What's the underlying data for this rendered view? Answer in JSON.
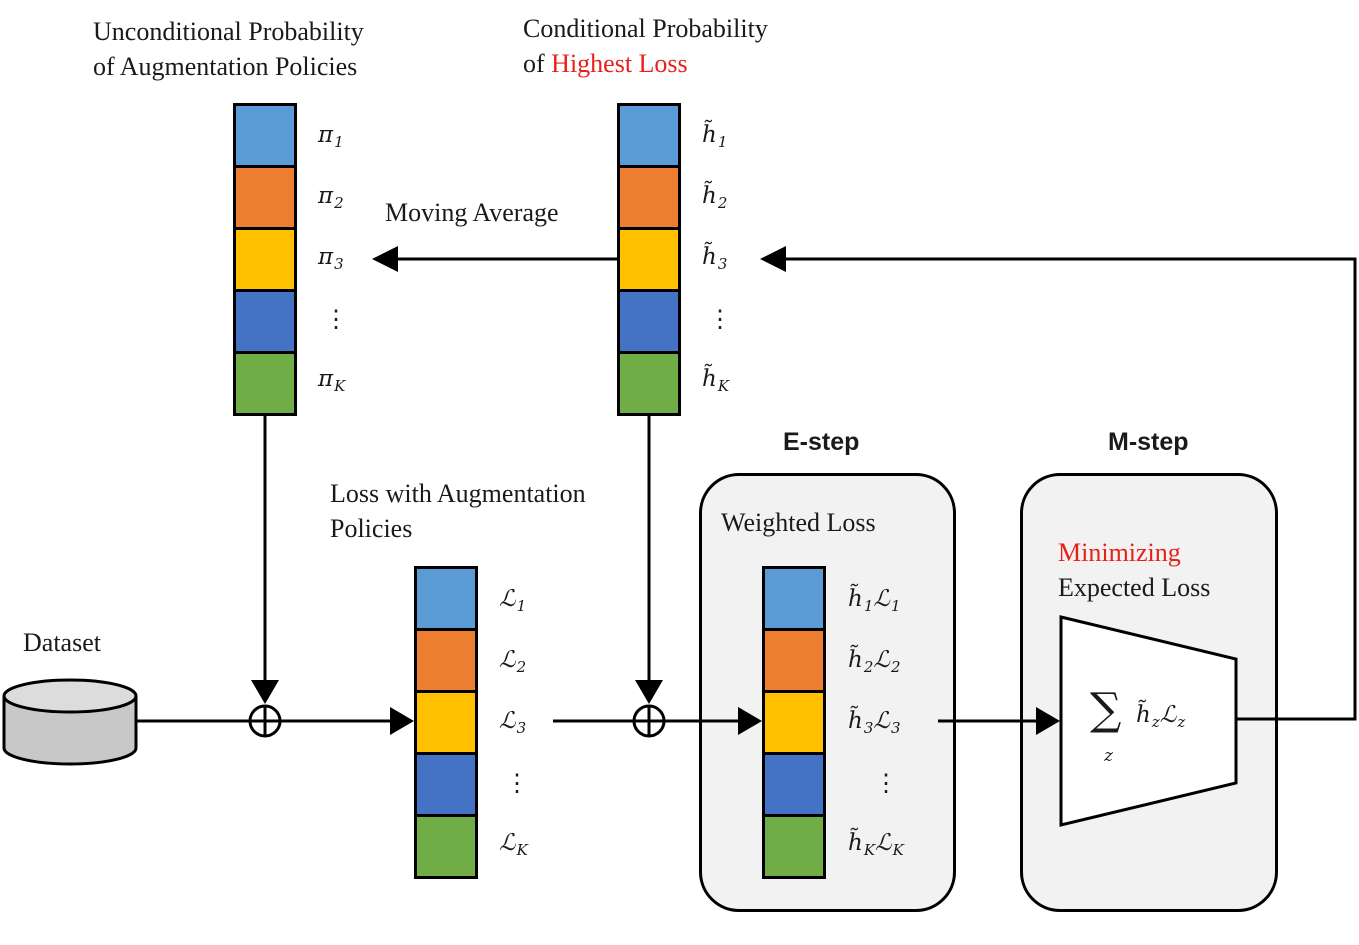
{
  "labels": {
    "uncond_line1": "Unconditional Probability",
    "uncond_line2": "of Augmentation Policies",
    "cond_line1": "Conditional Probability",
    "cond_line2_prefix": "of ",
    "cond_line2_highlight": "Highest Loss",
    "moving_average": "Moving Average",
    "loss_line1": "Loss with Augmentation",
    "loss_line2": "Policies",
    "dataset": "Dataset",
    "estep_title": "E-step",
    "mstep_title": "M-step",
    "weighted_loss": "Weighted Loss",
    "minimizing": "Minimizing",
    "expected_loss": "Expected Loss"
  },
  "colors": {
    "cell1": "#5b9bd5",
    "cell2": "#ed7d31",
    "cell3": "#ffc000",
    "cell4": "#4472c4",
    "cell5": "#70ad47",
    "highlight": "#e8201a",
    "panel": "#f2f2f2",
    "dataset": "#c8c8c8"
  },
  "pi_labels": [
    {
      "sym": "π",
      "sub": "1"
    },
    {
      "sym": "π",
      "sub": "2"
    },
    {
      "sym": "π",
      "sub": "3"
    },
    {
      "sym": "⋮",
      "sub": ""
    },
    {
      "sym": "π",
      "sub": "K"
    }
  ],
  "h_labels": [
    {
      "sym": "h̃",
      "sub": "1"
    },
    {
      "sym": "h̃",
      "sub": "2"
    },
    {
      "sym": "h̃",
      "sub": "3"
    },
    {
      "sym": "⋮",
      "sub": ""
    },
    {
      "sym": "h̃",
      "sub": "K"
    }
  ],
  "loss_labels": [
    {
      "sym": "ℒ",
      "sub": "1"
    },
    {
      "sym": "ℒ",
      "sub": "2"
    },
    {
      "sym": "ℒ",
      "sub": "3"
    },
    {
      "sym": "⋮",
      "sub": ""
    },
    {
      "sym": "ℒ",
      "sub": "K"
    }
  ],
  "weighted_labels": [
    {
      "a": "h̃",
      "asub": "1",
      "b": "ℒ",
      "bsub": "1"
    },
    {
      "a": "h̃",
      "asub": "2",
      "b": "ℒ",
      "bsub": "2"
    },
    {
      "a": "h̃",
      "asub": "3",
      "b": "ℒ",
      "bsub": "3"
    },
    {
      "a": "⋮",
      "asub": "",
      "b": "",
      "bsub": ""
    },
    {
      "a": "h̃",
      "asub": "K",
      "b": "ℒ",
      "bsub": "K"
    }
  ],
  "sum_formula": {
    "sigma": "∑",
    "index": "z",
    "a": "h̃",
    "asub": "z",
    "b": "ℒ",
    "bsub": "z"
  }
}
